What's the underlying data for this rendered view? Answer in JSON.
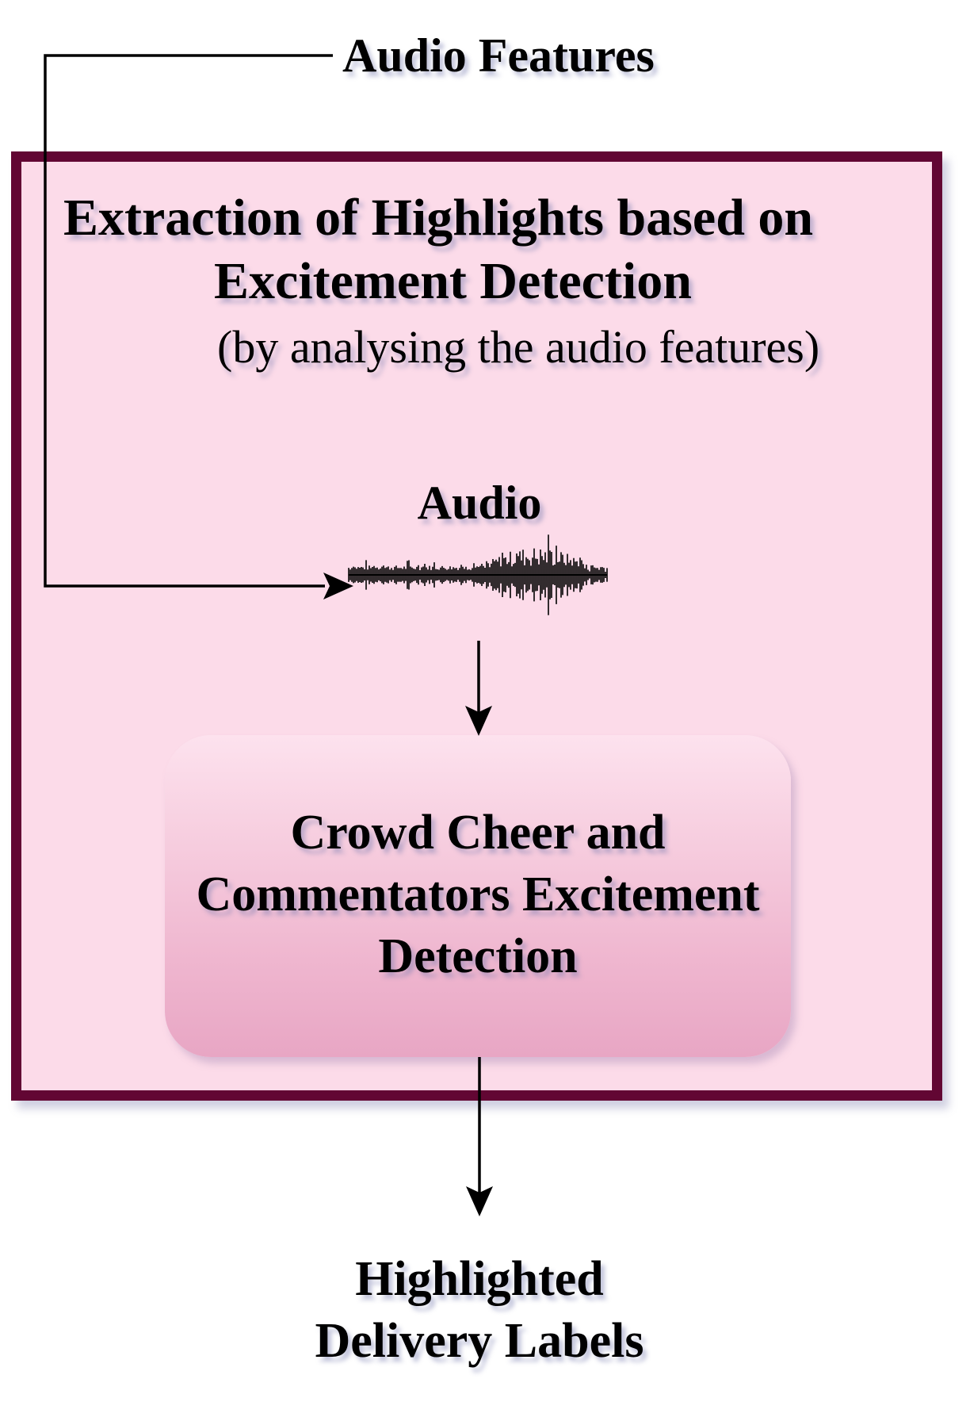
{
  "diagram": {
    "input_label": "Audio Features",
    "module": {
      "title_line1": "Extraction of Highlights based on",
      "title_line2": "Excitement Detection",
      "subtitle": "(by analysing the audio features)"
    },
    "audio_node": {
      "label": "Audio",
      "icon": "waveform-icon"
    },
    "process_node": {
      "line1": "Crowd Cheer and",
      "line2": "Commentators Excitement",
      "line3": "Detection"
    },
    "output": {
      "line1": "Highlighted",
      "line2": "Delivery Labels"
    },
    "edges": [
      {
        "from": "input_label",
        "to": "audio_node"
      },
      {
        "from": "audio_node",
        "to": "process_node"
      },
      {
        "from": "process_node",
        "to": "output"
      }
    ]
  },
  "colors": {
    "frame_border": "#620633",
    "frame_fill": "#fcdbe9",
    "process_fill_top": "#fde2ee",
    "process_fill_bottom": "#e8a6c4",
    "text": "#000000",
    "shadow": "#787daf"
  }
}
